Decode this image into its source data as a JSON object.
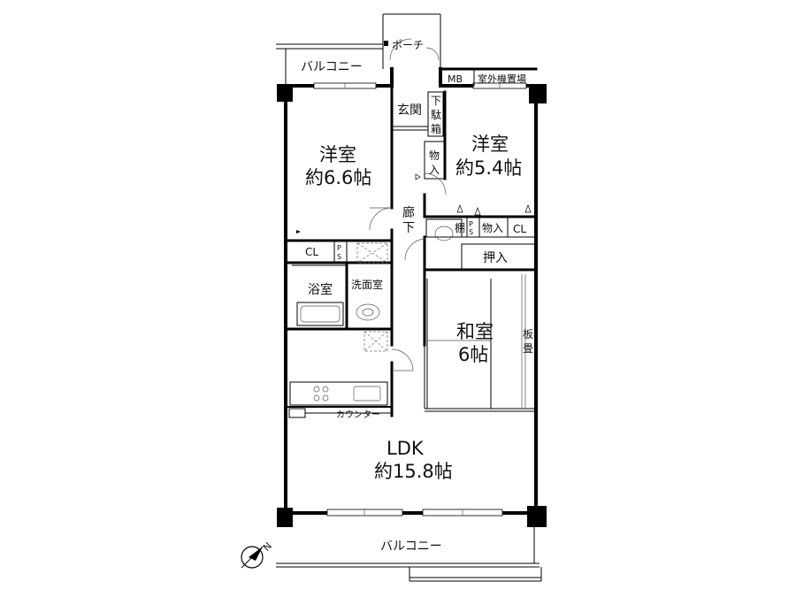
{
  "rooms": {
    "balcony_top": "バルコニー",
    "porch": "ポーチ",
    "mb": "MB",
    "outdoor_unit": "室外機置場",
    "entrance": "玄関",
    "shoe_box": [
      "下",
      "駄",
      "箱"
    ],
    "storage_mono": [
      "物",
      "入"
    ],
    "western_left": {
      "name": "洋室",
      "size": "約6.6帖"
    },
    "western_right": {
      "name": "洋室",
      "size": "約5.4帖"
    },
    "corridor": [
      "廊",
      "下"
    ],
    "shelf": "棚",
    "ps_right": [
      "P",
      "S"
    ],
    "storage_right": "物入",
    "cl_right": "CL",
    "cl_left": "CL",
    "ps_left": [
      "P",
      "S"
    ],
    "oshiire": "押入",
    "bath": "浴室",
    "washroom": "洗面室",
    "japanese": {
      "name": "和室",
      "size": "6帖"
    },
    "itatatami": [
      "板",
      "畳"
    ],
    "counter": "カウンター",
    "ldk": {
      "name": "LDK",
      "size": "約15.8帖"
    },
    "balcony_bottom": "バルコニー"
  },
  "compass": {
    "label": "N"
  }
}
